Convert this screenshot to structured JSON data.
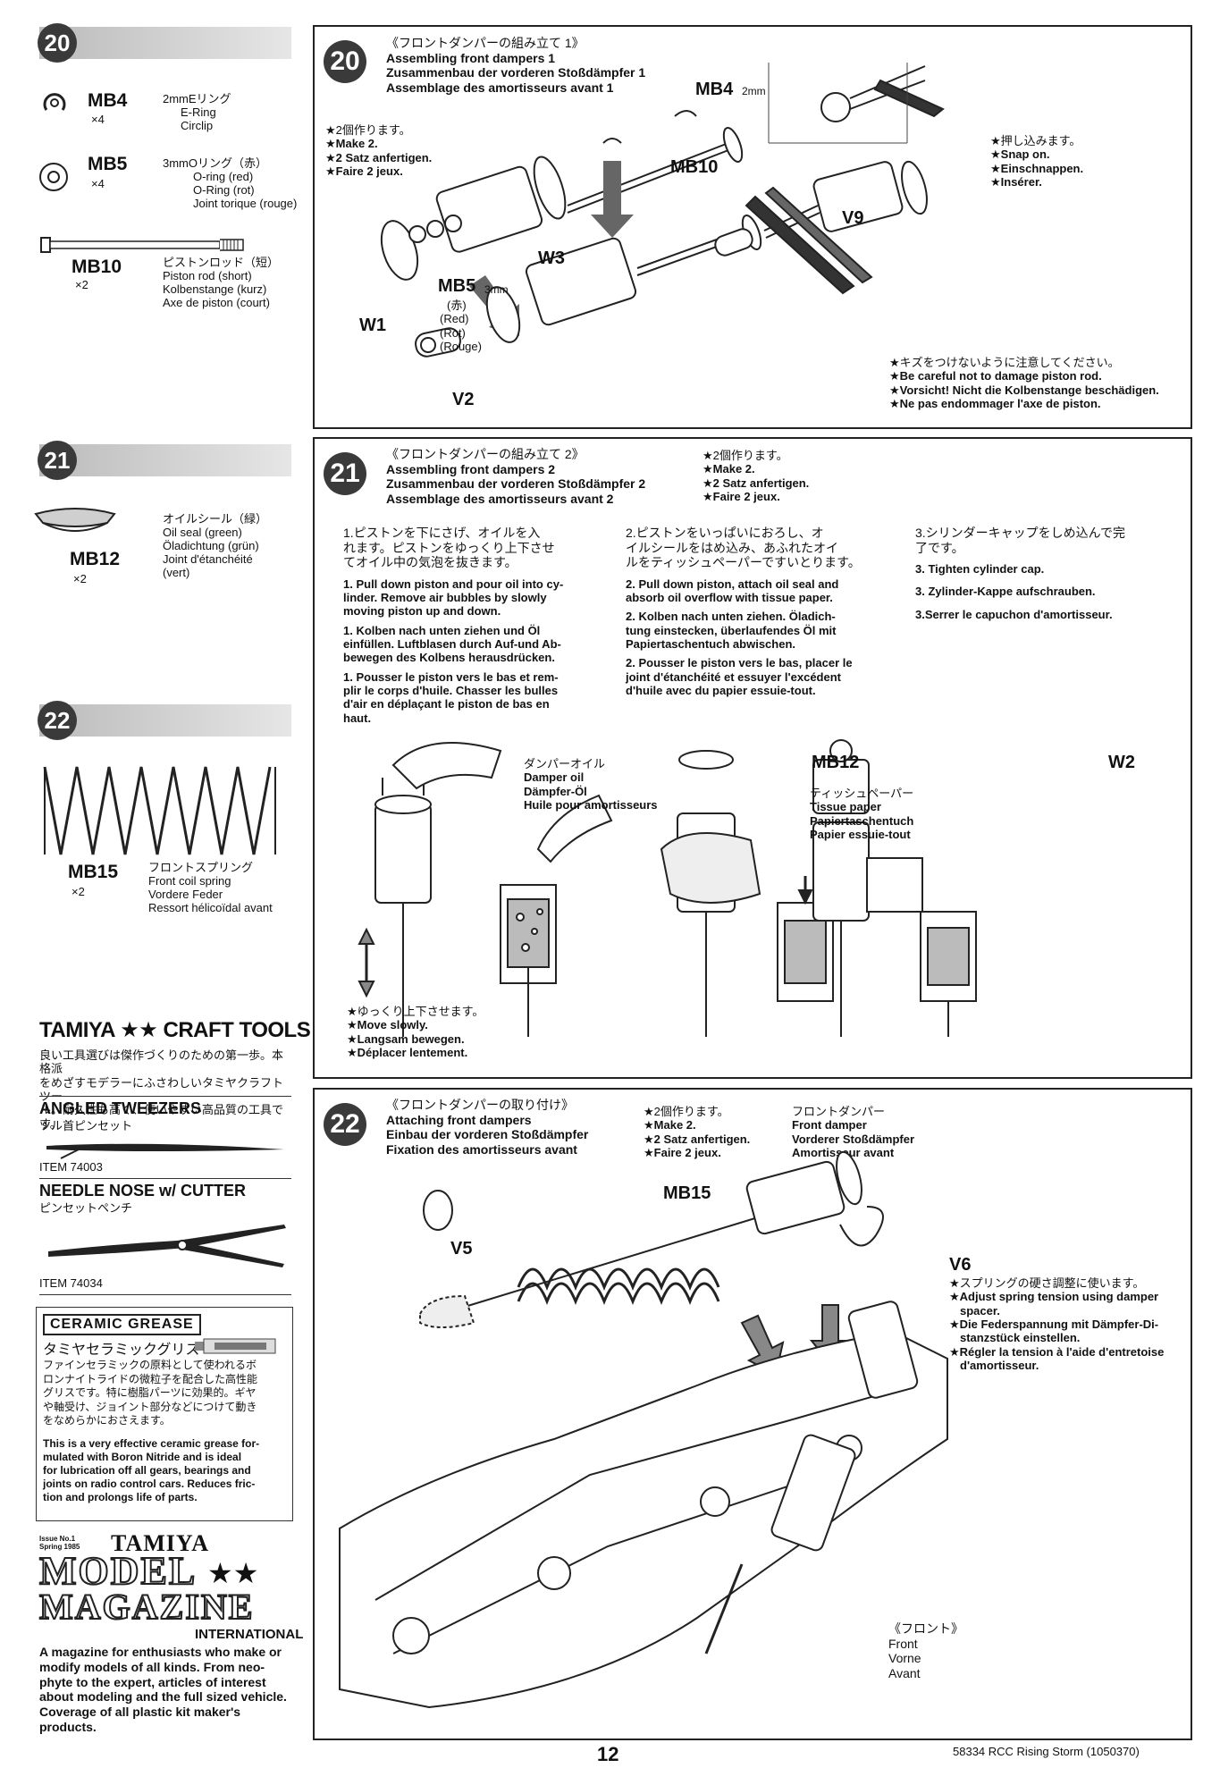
{
  "left_column": {
    "step20": {
      "number": "20",
      "parts": [
        {
          "code": "MB4",
          "qty": "×4",
          "lines": [
            "2mmEリング",
            "E-Ring",
            "Circlip"
          ]
        },
        {
          "code": "MB5",
          "qty": "×4",
          "lines": [
            "3mmOリング（赤）",
            "O-ring (red)",
            "O-Ring (rot)",
            "Joint torique (rouge)"
          ]
        },
        {
          "code": "MB10",
          "qty": "×2",
          "lines": [
            "ピストンロッド（短）",
            "Piston rod (short)",
            "Kolbenstange (kurz)",
            "Axe de piston (court)"
          ]
        }
      ]
    },
    "step21": {
      "number": "21",
      "parts": [
        {
          "code": "MB12",
          "qty": "×2",
          "lines": [
            "オイルシール（緑）",
            "Oil seal (green)",
            "Öladichtung (grün)",
            "Joint d'étanchéité",
            "(vert)"
          ]
        }
      ]
    },
    "step22": {
      "number": "22",
      "parts": [
        {
          "code": "MB15",
          "qty": "×2",
          "lines": [
            "フロントスプリング",
            "Front coil spring",
            "Vordere Feder",
            "Ressort hélicoïdal avant"
          ]
        }
      ]
    },
    "craft_tools": {
      "title": "TAMIYA ★★ CRAFT TOOLS",
      "intro": [
        "良い工具選びは傑作づくりのための第一歩。本格派",
        "をめざすモデラーにふさわしいタミヤクラフトツー",
        "ル。耐久性も高く、使いやすい高品質の工具です。"
      ],
      "tool1": {
        "name": "ANGLED TWEEZERS",
        "jp": "ツル首ピンセット",
        "item": "ITEM 74003"
      },
      "tool2": {
        "name": "NEEDLE NOSE w/ CUTTER",
        "jp": "ピンセットペンチ",
        "item": "ITEM 74034"
      }
    },
    "grease": {
      "logo": "CERAMIC GREASE",
      "jp_title": "タミヤセラミックグリス",
      "jp_body": [
        "ファインセラミックの原料として使われるボ",
        "ロンナイトライドの微粒子を配合した高性能",
        "グリスです。特に樹脂パーツに効果的。ギヤ",
        "や軸受け、ジョイント部分などにつけて動き",
        "をなめらかにおさえます。"
      ],
      "en_body": [
        "This is a very effective ceramic grease for-",
        "mulated with Boron Nitride and is ideal",
        "for lubrication off all gears, bearings and",
        "joints on radio control cars. Reduces fric-",
        "tion and prolongs life of parts."
      ]
    },
    "magazine": {
      "issue": [
        "Issue No.1",
        "Spring 1985"
      ],
      "brand": "TAMIYA",
      "title1": "MODEL",
      "title2": "MAGAZINE",
      "intl": "INTERNATIONAL",
      "body": [
        "A magazine for enthusiasts who make or",
        "modify models of all kinds. From neo-",
        "phyte to the expert, articles of interest",
        "about modeling and the full sized vehicle.",
        "Coverage of all plastic kit maker's",
        "products."
      ]
    }
  },
  "panel20": {
    "number": "20",
    "title": [
      "《フロントダンパーの組み立て 1》",
      "Assembling front dampers 1",
      "Zusammenbau der vorderen Stoßdämpfer 1",
      "Assemblage des amortisseurs avant 1"
    ],
    "make2": [
      "★2個作ります。",
      "★Make 2.",
      "★2 Satz anfertigen.",
      "★Faire 2 jeux."
    ],
    "labels": {
      "mb4": "MB4",
      "mb4_size": "2mm",
      "mb10": "MB10",
      "v9": "V9",
      "w3": "W3",
      "w1": "W1",
      "mb5": "MB5",
      "mb5_size": "3mm",
      "v2": "V2"
    },
    "mb5_colors": [
      "(赤)",
      "(Red)",
      "(Rot)",
      "(Rouge)"
    ],
    "snap": [
      "★押し込みます。",
      "★Snap on.",
      "★Einschnappen.",
      "★Insérer."
    ],
    "careful": [
      "★キズをつけないように注意してください。",
      "★Be careful not to damage piston rod.",
      "★Vorsicht! Nicht die Kolbenstange beschädigen.",
      "★Ne pas endommager l'axe de piston."
    ]
  },
  "panel21": {
    "number": "21",
    "title": [
      "《フロントダンパーの組み立て 2》",
      "Assembling front dampers 2",
      "Zusammenbau der vorderen Stoßdämpfer 2",
      "Assemblage des amortisseurs avant 2"
    ],
    "make2": [
      "★2個作ります。",
      "★Make 2.",
      "★2 Satz anfertigen.",
      "★Faire 2 jeux."
    ],
    "step1": {
      "jp": [
        "1.ピストンを下にさげ、オイルを入",
        "れます。ピストンをゆっくり上下させ",
        "てオイル中の気泡を抜きます。"
      ],
      "en": [
        "1. Pull down piston and pour oil into cy-",
        "linder. Remove air bubbles by slowly",
        "moving piston up and down."
      ],
      "de": [
        "1. Kolben nach unten ziehen und Öl",
        "einfüllen. Luftblasen durch Auf-und Ab-",
        "bewegen des Kolbens herausdrücken."
      ],
      "fr": [
        "1. Pousser le piston vers le bas et rem-",
        "plir le corps d'huile. Chasser les bulles",
        "d'air en déplaçant le piston de bas en",
        "haut."
      ]
    },
    "step2": {
      "jp": [
        "2.ピストンをいっぱいにおろし、オ",
        "イルシールをはめ込み、あふれたオイ",
        "ルをティッシュペーパーですいとります。"
      ],
      "en": [
        "2. Pull down piston, attach oil seal and",
        "absorb oil overflow with tissue paper."
      ],
      "de": [
        "2. Kolben nach unten ziehen. Öladich-",
        "tung einstecken, überlaufendes Öl mit",
        "Papiertaschentuch abwischen."
      ],
      "fr": [
        "2. Pousser le piston vers le bas, placer le",
        "joint d'étanchéité et essuyer l'excédent",
        "d'huile avec du papier essuie-tout."
      ]
    },
    "step3": {
      "jp": [
        "3.シリンダーキャップをしめ込んで完",
        "了です。"
      ],
      "en": "3. Tighten cylinder cap.",
      "de": "3. Zylinder-Kappe aufschrauben.",
      "fr": "3.Serrer le capuchon d'amortisseur."
    },
    "oil": [
      "ダンパーオイル",
      "Damper oil",
      "Dämpfer-Öl",
      "Huile pour amortisseurs"
    ],
    "tissue": [
      "ティッシュペーパー",
      "Tissue paper",
      "Papiertaschentuch",
      "Papier essuie-tout"
    ],
    "mb12": "MB12",
    "w2": "W2",
    "slow": [
      "★ゆっくり上下させます。",
      "★Move slowly.",
      "★Langsam bewegen.",
      "★Déplacer lentement."
    ]
  },
  "panel22": {
    "number": "22",
    "title": [
      "《フロントダンパーの取り付け》",
      "Attaching front dampers",
      "Einbau der vorderen Stoßdämpfer",
      "Fixation des amortisseurs avant"
    ],
    "make2": [
      "★2個作ります。",
      "★Make 2.",
      "★2 Satz anfertigen.",
      "★Faire 2 jeux."
    ],
    "damper": [
      "フロントダンパー",
      "Front damper",
      "Vorderer Stoßdämpfer",
      "Amortisseur avant"
    ],
    "mb15": "MB15",
    "v5": "V5",
    "v6": "V6",
    "spring_note": [
      "★スプリングの硬さ調整に使います。",
      "★Adjust spring tension using damper",
      "spacer.",
      "★Die Federspannung mit Dämpfer-Di-",
      "stanzstück einstellen.",
      "★Régler la tension à l'aide d'entretoise",
      "d'amortisseur."
    ],
    "front": [
      "《フロント》",
      "Front",
      "Vorne",
      "Avant"
    ]
  },
  "footer": {
    "page": "12",
    "code": "58334 RCC Rising Storm (1050370)"
  }
}
